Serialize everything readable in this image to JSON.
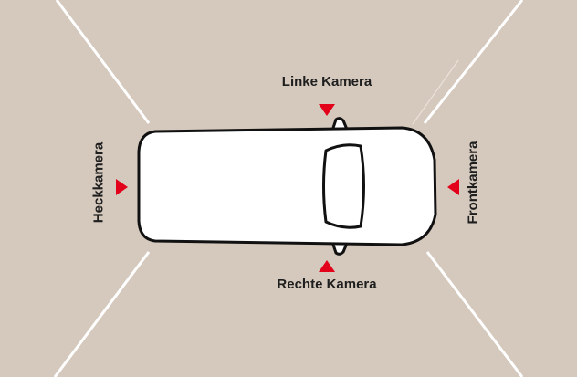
{
  "labels": {
    "left_camera": "Linke Kamera",
    "right_camera": "Rechte Kamera",
    "rear_camera": "Heckkamera",
    "front_camera": "Frontkamera"
  },
  "colors": {
    "background": "#d5c9bd",
    "guide_lines": "#ffffff",
    "car_body": "#ffffff",
    "car_outline": "#111111",
    "camera_marker": "#e2001a",
    "label_text": "#1e1e1e"
  }
}
